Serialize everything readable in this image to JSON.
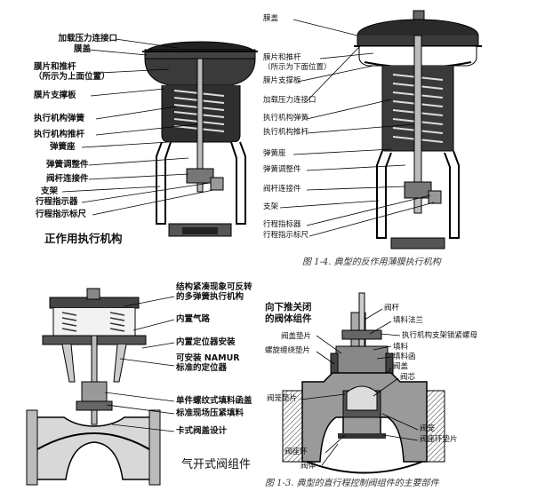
{
  "panel_tl": {
    "labels": [
      "加载压力连接口",
      "膜盖",
      "膜片和推杆\n（所示为上面位置）",
      "膜片支撑板",
      "执行机构弹簧",
      "执行机构推杆",
      "弹簧座",
      "弹簧调整件",
      "阀杆连接件",
      "支架",
      "行程指示器",
      "行程指示标尺"
    ],
    "title": "正作用执行机构"
  },
  "panel_tr": {
    "labels": [
      "膜盖",
      "膜片和推杆\n（所示为下面位置）",
      "膜片支撑板",
      "加载压力连接口",
      "执行机构弹簧",
      "执行机构推杆",
      "弹簧座",
      "弹簧调整件",
      "阀杆连接件",
      "支架",
      "行程指标器",
      "行程指示标尺"
    ],
    "caption": "图 1-4.  典型的反作用薄膜执行机构"
  },
  "panel_bl": {
    "labels": [
      "结构紧凑现象可反转\n的多弹簧执行机构",
      "内置气路",
      "内置定位器安装",
      "可安装 NAMUR\n标准的定位器",
      "单件螺纹式填料函盖",
      "标准现场压紧填料",
      "卡式阀盖设计"
    ],
    "title": "气开式阀组件"
  },
  "panel_br": {
    "heading": "向下推关闭\n的阀体组件",
    "labels_right": [
      "阀杆",
      "填料法兰",
      "执行机构支架锁紧螺母",
      "填料",
      "填料函",
      "阀盖",
      "阀芯",
      "阀笼",
      "阀座环垫片"
    ],
    "labels_left": [
      "阀盖垫片",
      "螺旋缠绕垫片",
      "阀笼垫片",
      "阀座环",
      "阀体"
    ],
    "caption": "图 1-3.  典型的直行程控制阀组件的主要部件"
  }
}
